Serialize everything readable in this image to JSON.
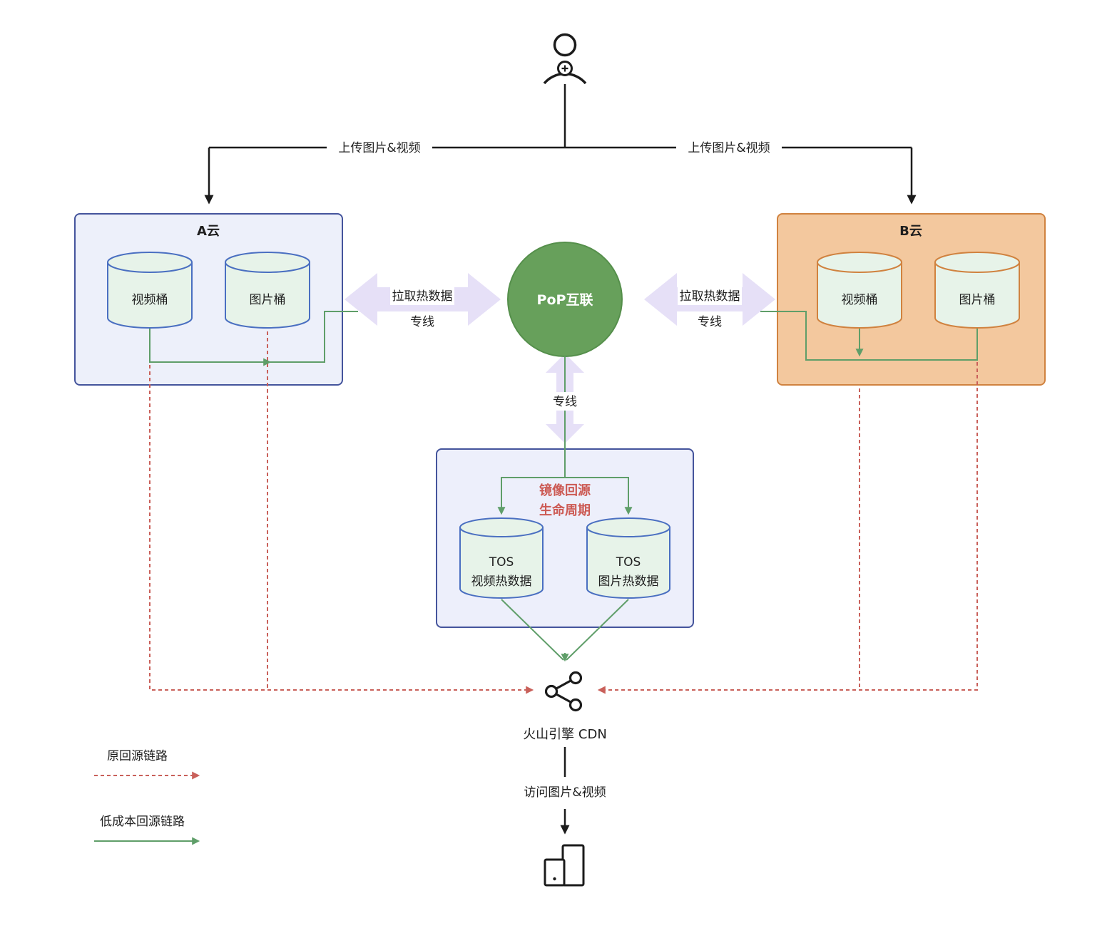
{
  "nodes": {
    "user": {
      "icon": "person-plus-icon"
    },
    "cloud_a": {
      "title": "A云",
      "buckets": [
        {
          "label": "视频桶"
        },
        {
          "label": "图片桶"
        }
      ]
    },
    "cloud_b": {
      "title": "B云",
      "buckets": [
        {
          "label": "视频桶"
        },
        {
          "label": "图片桶"
        }
      ]
    },
    "pop": {
      "label": "PoP互联"
    },
    "tos_box": {
      "note_line1": "镜像回源",
      "note_line2": "生命周期",
      "buckets": [
        {
          "line1": "TOS",
          "line2": "视频热数据"
        },
        {
          "line1": "TOS",
          "line2": "图片热数据"
        }
      ]
    },
    "cdn": {
      "label": "火山引擎 CDN",
      "icon": "share-network-icon"
    },
    "client": {
      "icon": "devices-icon"
    }
  },
  "edges": {
    "upload_left": {
      "label": "上传图片&视频"
    },
    "upload_right": {
      "label": "上传图片&视频"
    },
    "pull_left": {
      "label_line1": "拉取热数据",
      "label_line2": "专线"
    },
    "pull_right": {
      "label_line1": "拉取热数据",
      "label_line2": "专线"
    },
    "pop_to_tos": {
      "label": "专线"
    },
    "cdn_to_client": {
      "label": "访问图片&视频"
    }
  },
  "legend": [
    {
      "label": "原回源链路",
      "style": "dashed",
      "color": "#c9605a"
    },
    {
      "label": "低成本回源链路",
      "style": "solid",
      "color": "#5f9e69"
    }
  ],
  "colors": {
    "cloud_a_fill": "#edf0fa",
    "cloud_a_border": "#44549c",
    "cloud_b_fill": "#f3c89e",
    "cloud_b_border": "#d0823f",
    "bucket_fill": "#e7f3e9",
    "tos_box_fill": "#edeffb",
    "pop_fill": "#67a05b",
    "link_purple": "#e6e0f7",
    "original_route_red": "#c9605a",
    "low_cost_route_green": "#5f9e69",
    "note_red": "#cc5a54"
  }
}
